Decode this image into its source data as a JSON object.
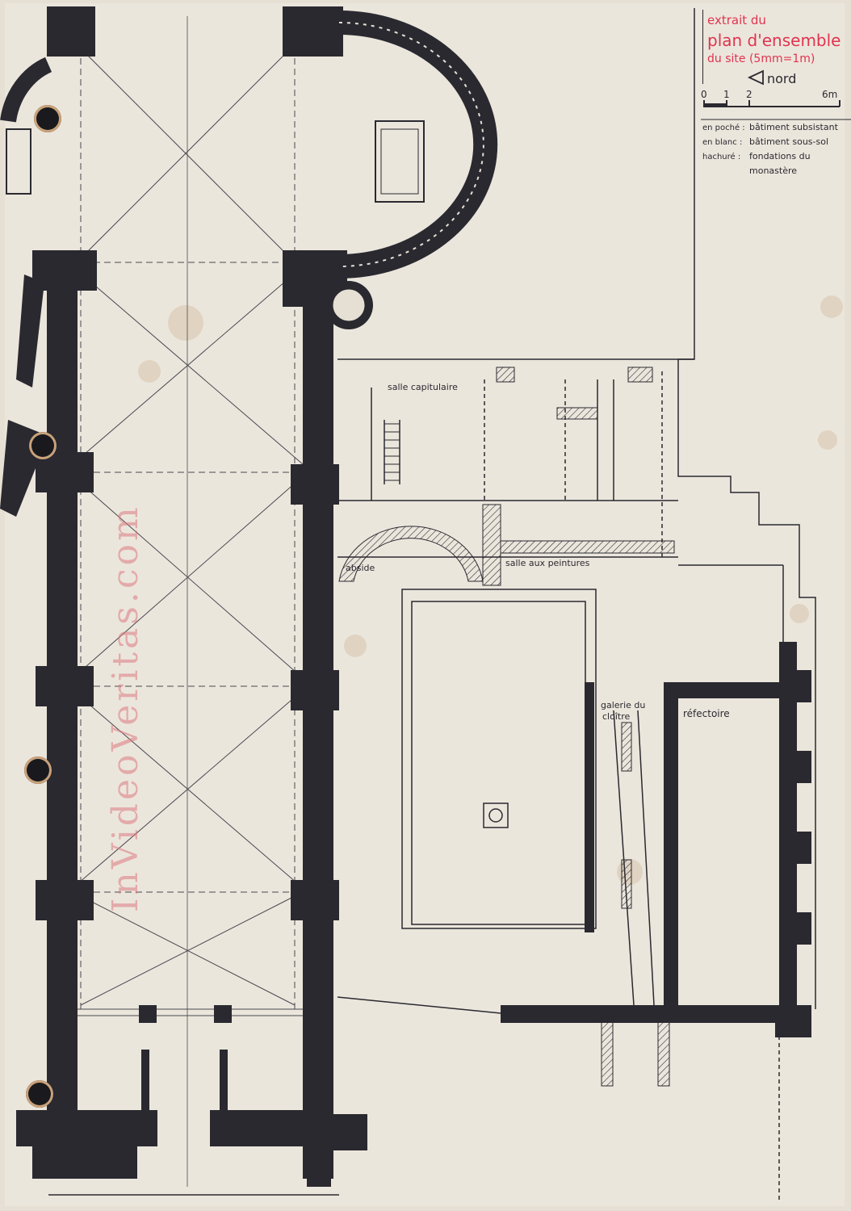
{
  "legend": {
    "title_line1": "extrait du",
    "title_line2": "plan d'ensemble",
    "title_line3": "du site (5mm=1m)",
    "north": "nord",
    "scale": {
      "tick_0": "0",
      "tick_1": "1",
      "tick_2": "2",
      "tick_end": "6m"
    },
    "keys": [
      {
        "term": "en poché :",
        "desc": "bâtiment subsistant"
      },
      {
        "term": "en blanc :",
        "desc": "bâtiment sous-sol"
      },
      {
        "term": "hachuré :",
        "desc": "fondations du"
      },
      {
        "term": "",
        "desc": "monastère"
      }
    ]
  },
  "rooms": {
    "salle_capitulaire": "salle capitulaire",
    "abside": "abside",
    "salle_aux_peintures": "salle aux peintures",
    "galerie_line1": "galerie du",
    "galerie_line2": "cloître",
    "refectoire": "réfectoire"
  },
  "watermark": "InVideoVeritas.com",
  "colors": {
    "paper": "#e9e4da",
    "ink": "#2a2930",
    "annotation_red": "#e0344f",
    "watermark": "#dc7882"
  }
}
